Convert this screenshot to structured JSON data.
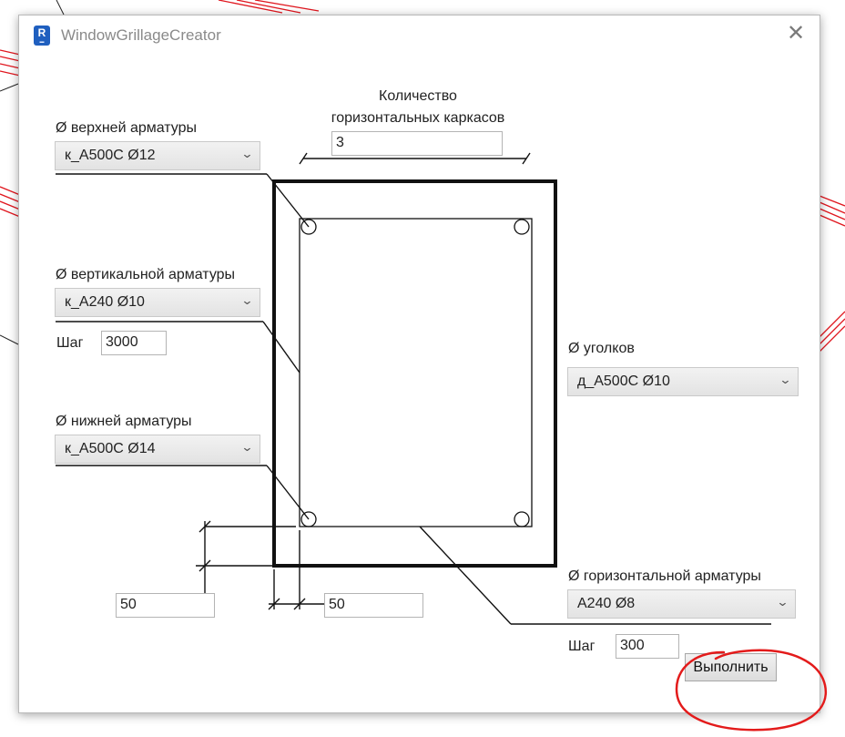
{
  "window": {
    "title": "WindowGrillageCreator",
    "icon_label": "R",
    "close_glyph": "✕"
  },
  "form": {
    "horizontal_count": {
      "label": "Количество\nгоризонтальных каркасов",
      "value": "3"
    },
    "top_rebar": {
      "label": "Ø верхней арматуры",
      "value": "к_А500С Ø12"
    },
    "vertical_rebar": {
      "label": "Ø вертикальной арматуры",
      "value": "к_А240 Ø10"
    },
    "vertical_step": {
      "label": "Шаг",
      "value": "3000"
    },
    "bottom_rebar": {
      "label": "Ø нижней арматуры",
      "value": "к_А500С Ø14"
    },
    "corner_rebar": {
      "label": "Ø уголков",
      "value": "д_А500С Ø10"
    },
    "horizontal_rebar": {
      "label": "Ø горизонтальной арматуры",
      "value": "А240 Ø8"
    },
    "horizontal_step": {
      "label": "Шаг",
      "value": "300"
    },
    "offset_left": {
      "value": "50"
    },
    "offset_bottom": {
      "value": "50"
    },
    "execute_button": {
      "label": "Выполнить"
    }
  },
  "colors": {
    "annotation_red": "#e31b1b",
    "cad_red": "#e0161e"
  }
}
